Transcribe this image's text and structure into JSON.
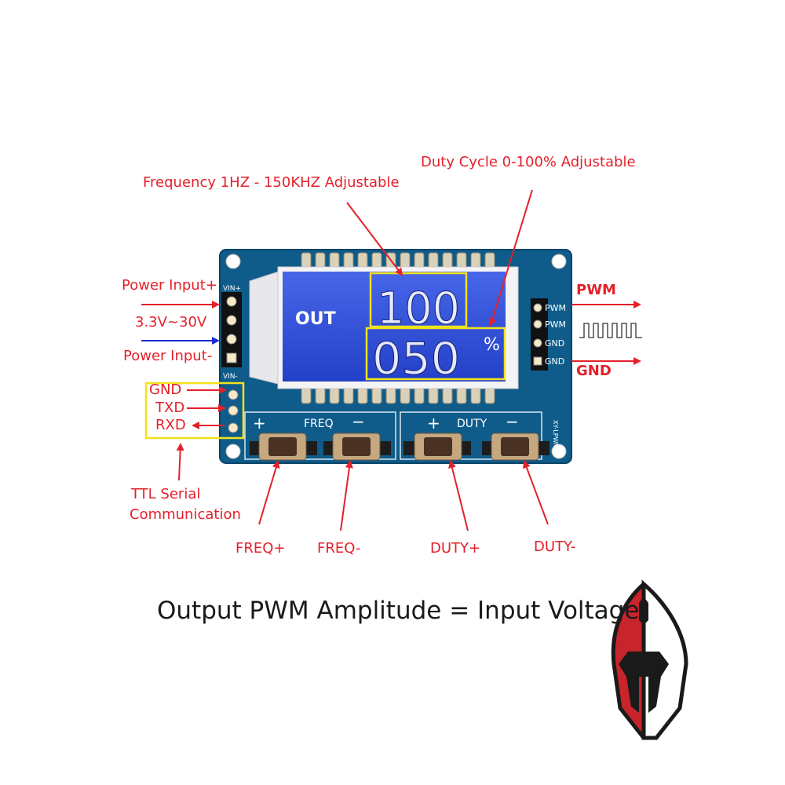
{
  "annotations": {
    "frequency": "Frequency 1HZ - 150KHZ Adjustable",
    "duty_cycle": "Duty Cycle 0-100% Adjustable",
    "power_in_plus": "Power Input+",
    "voltage_range": "3.3V~30V",
    "power_in_minus": "Power Input-",
    "gnd": "GND",
    "txd": "TXD",
    "rxd": "RXD",
    "ttl_line1": "TTL Serial",
    "ttl_line2": "Communication",
    "pwm_out": "PWM",
    "gnd_out": "GND",
    "freq_plus": "FREQ+",
    "freq_minus": "FREQ-",
    "duty_plus": "DUTY+",
    "duty_minus": "DUTY-"
  },
  "board": {
    "silk_vin_plus": "VIN+",
    "silk_vin_minus": "VIN-",
    "silk_pwm1": "PWM",
    "silk_pwm2": "PWM",
    "silk_gnd1": "GND",
    "silk_gnd2": "GND",
    "silk_freq": "FREQ",
    "silk_duty": "DUTY",
    "silk_plus_freq": "+",
    "silk_minus_freq": "−",
    "silk_plus_duty": "+",
    "silk_minus_duty": "−",
    "silk_model": "XY-LPWM"
  },
  "lcd": {
    "out_label": "OUT",
    "frequency_value": "100",
    "duty_value": "050",
    "percent": "%"
  },
  "caption": "Output PWM Amplitude = Input Voltage",
  "colors": {
    "annotation_red": "#e4202a",
    "annotation_blue": "#1b2bd6",
    "highlight_yellow": "#f2e21c",
    "pcb_blue": "#0f5c8a",
    "lcd_blue": "#2d4fd8",
    "logo_red": "#c8242b"
  }
}
